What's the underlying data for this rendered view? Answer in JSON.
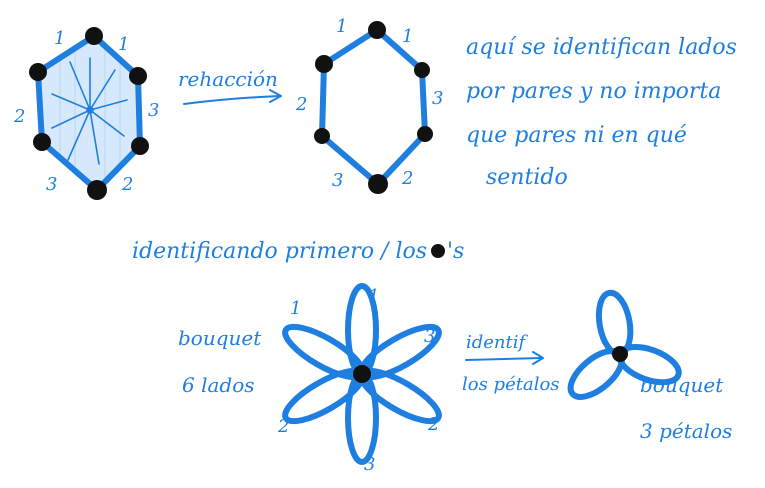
{
  "colors": {
    "ink": "#1f7fe0",
    "vertex": "#111111",
    "shade": "#d6e8fb"
  },
  "hexagon_left": {
    "edge_labels": [
      "1",
      "1",
      "2",
      "3",
      "3",
      "2"
    ]
  },
  "arrow_top": {
    "label": "rehacción"
  },
  "hexagon_right": {
    "edge_labels": [
      "1",
      "1",
      "2",
      "3",
      "3",
      "2"
    ]
  },
  "note_right": {
    "lines": [
      "aquí se identifican lados",
      "por pares y no importa",
      "que pares ni en qué",
      "sentido"
    ]
  },
  "middle_note": {
    "text": "identificando primero / los",
    "suffix": "'s"
  },
  "bouquet_left": {
    "lines": [
      "bouquet",
      "6 lados"
    ],
    "petal_labels": [
      "1",
      "1",
      "3",
      "2",
      "2",
      "3"
    ]
  },
  "arrow_bottom": {
    "line1": "identif",
    "line2": "los pétalos"
  },
  "bouquet_right": {
    "lines": [
      "bouquet",
      "3 pétalos"
    ]
  }
}
